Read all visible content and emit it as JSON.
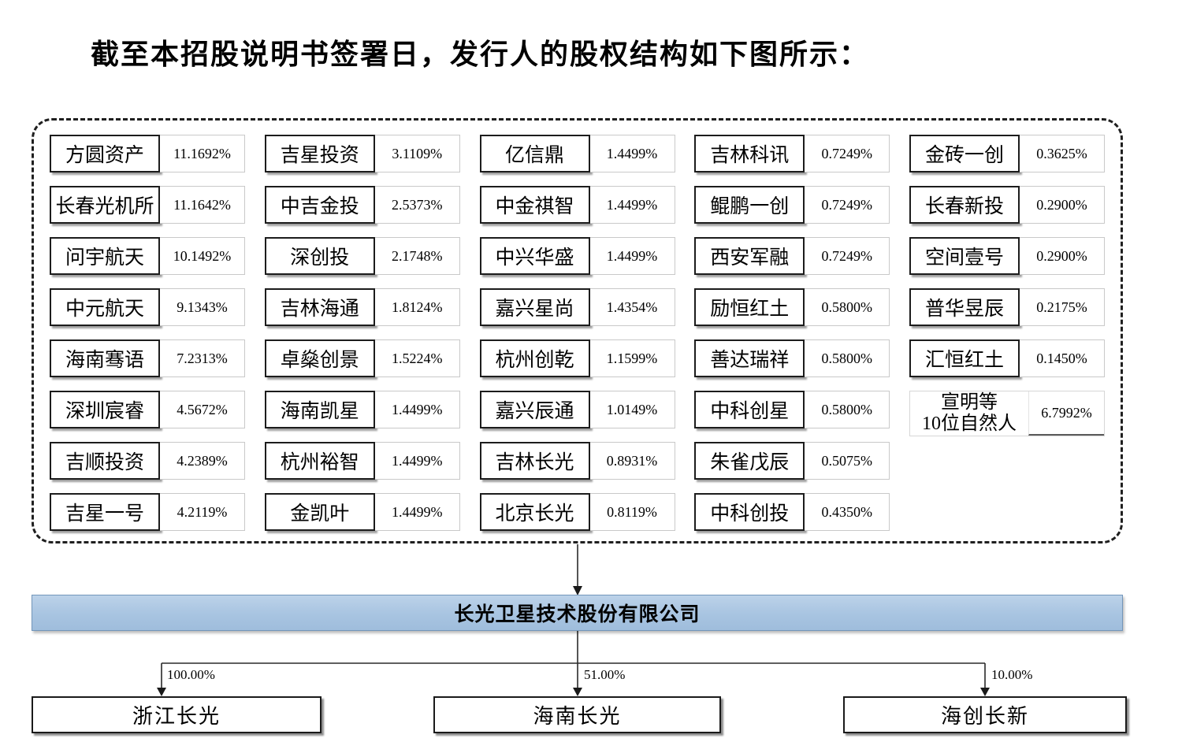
{
  "title": "截至本招股说明书签署日，发行人的股权结构如下图所示：",
  "colors": {
    "company_bar_bg": "#a8c4e1",
    "company_bar_border": "#7396ba",
    "box_border": "#1c1c1c",
    "pct_box_border": "#c9c9c9",
    "dashed_border": "#1f1f1f"
  },
  "shareholder_columns": [
    [
      {
        "name": "方圆资产",
        "pct": "11.1692%"
      },
      {
        "name": "长春光机所",
        "pct": "11.1642%"
      },
      {
        "name": "问宇航天",
        "pct": "10.1492%"
      },
      {
        "name": "中元航天",
        "pct": "9.1343%"
      },
      {
        "name": "海南骞语",
        "pct": "7.2313%"
      },
      {
        "name": "深圳宸睿",
        "pct": "4.5672%"
      },
      {
        "name": "吉顺投资",
        "pct": "4.2389%"
      },
      {
        "name": "吉星一号",
        "pct": "4.2119%"
      }
    ],
    [
      {
        "name": "吉星投资",
        "pct": "3.1109%"
      },
      {
        "name": "中吉金投",
        "pct": "2.5373%"
      },
      {
        "name": "深创投",
        "pct": "2.1748%"
      },
      {
        "name": "吉林海通",
        "pct": "1.8124%"
      },
      {
        "name": "卓燊创景",
        "pct": "1.5224%"
      },
      {
        "name": "海南凯星",
        "pct": "1.4499%"
      },
      {
        "name": "杭州裕智",
        "pct": "1.4499%"
      },
      {
        "name": "金凯叶",
        "pct": "1.4499%"
      }
    ],
    [
      {
        "name": "亿信鼎",
        "pct": "1.4499%"
      },
      {
        "name": "中金祺智",
        "pct": "1.4499%"
      },
      {
        "name": "中兴华盛",
        "pct": "1.4499%"
      },
      {
        "name": "嘉兴星尚",
        "pct": "1.4354%"
      },
      {
        "name": "杭州创乾",
        "pct": "1.1599%"
      },
      {
        "name": "嘉兴辰通",
        "pct": "1.0149%"
      },
      {
        "name": "吉林长光",
        "pct": "0.8931%"
      },
      {
        "name": "北京长光",
        "pct": "0.8119%"
      }
    ],
    [
      {
        "name": "吉林科讯",
        "pct": "0.7249%"
      },
      {
        "name": "鲲鹏一创",
        "pct": "0.7249%"
      },
      {
        "name": "西安军融",
        "pct": "0.7249%"
      },
      {
        "name": "励恒红土",
        "pct": "0.5800%"
      },
      {
        "name": "善达瑞祥",
        "pct": "0.5800%"
      },
      {
        "name": "中科创星",
        "pct": "0.5800%"
      },
      {
        "name": "朱雀戊辰",
        "pct": "0.5075%"
      },
      {
        "name": "中科创投",
        "pct": "0.4350%"
      }
    ],
    [
      {
        "name": "金砖一创",
        "pct": "0.3625%"
      },
      {
        "name": "长春新投",
        "pct": "0.2900%"
      },
      {
        "name": "空间壹号",
        "pct": "0.2900%"
      },
      {
        "name": "普华昱辰",
        "pct": "0.2175%"
      },
      {
        "name": "汇恒红土",
        "pct": "0.1450%"
      },
      {
        "line1": "宣明等",
        "line2": "10位自然人",
        "pct": "6.7992%",
        "plain": true
      }
    ]
  ],
  "company_bar": {
    "name": "长光卫星技术股份有限公司"
  },
  "subsidiaries": [
    {
      "name": "浙江长光",
      "pct": "100.00%"
    },
    {
      "name": "海南长光",
      "pct": "51.00%"
    },
    {
      "name": "海创长新",
      "pct": "10.00%"
    }
  ]
}
